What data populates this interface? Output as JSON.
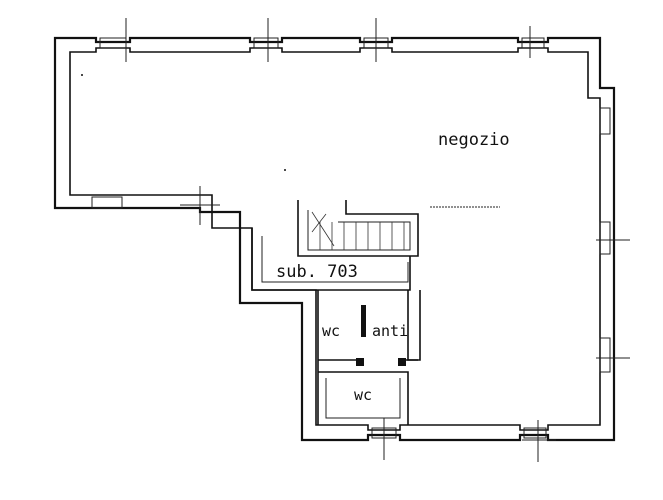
{
  "rooms": {
    "negozio": "negozio",
    "sub": "sub. 703",
    "wc_upper": "wc",
    "anti": "anti",
    "wc_lower": "wc"
  },
  "colors": {
    "wall_stroke": "#111111",
    "background": "#ffffff"
  }
}
